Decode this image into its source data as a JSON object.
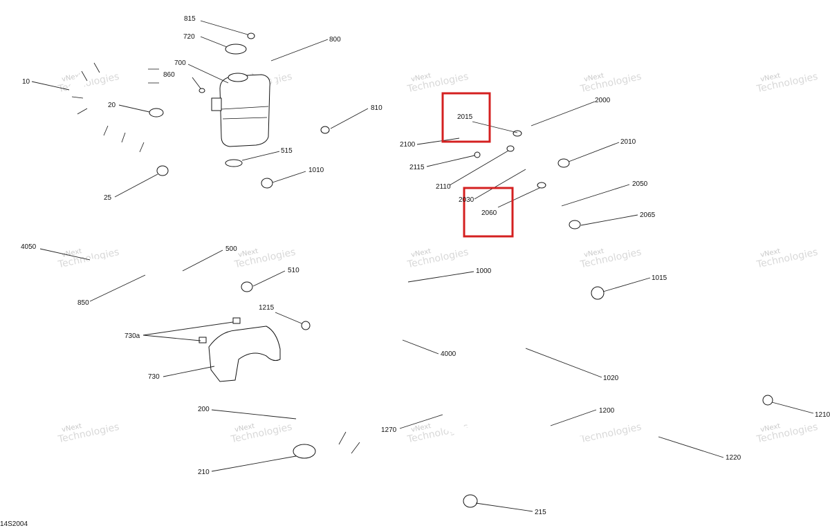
{
  "diagram": {
    "drawing_code": "14S2004",
    "watermark_line1": "vNext",
    "watermark_line2": "Technologies",
    "highlight_color": "#d42020",
    "highlighted_parts": [
      "2015",
      "2060"
    ],
    "labels": {
      "p815": "815",
      "p720": "720",
      "p800": "800",
      "p700": "700",
      "p860": "860",
      "p10": "10",
      "p20": "20",
      "p25": "25",
      "p810": "810",
      "p515": "515",
      "p1010": "1010",
      "p4050": "4050",
      "p850": "850",
      "p500": "500",
      "p510": "510",
      "p2000": "2000",
      "p2015": "2015",
      "p2100": "2100",
      "p2115": "2115",
      "p2010": "2010",
      "p2110": "2110",
      "p2030": "2030",
      "p2050": "2050",
      "p2060": "2060",
      "p2065": "2065",
      "p1000": "1000",
      "p1015": "1015",
      "p1215": "1215",
      "p730a": "730a",
      "p730": "730",
      "p4000": "4000",
      "p1020": "1020",
      "p200": "200",
      "p1270": "1270",
      "p1200": "1200",
      "p1210": "1210",
      "p210": "210",
      "p1220": "1220",
      "p215": "215"
    }
  }
}
